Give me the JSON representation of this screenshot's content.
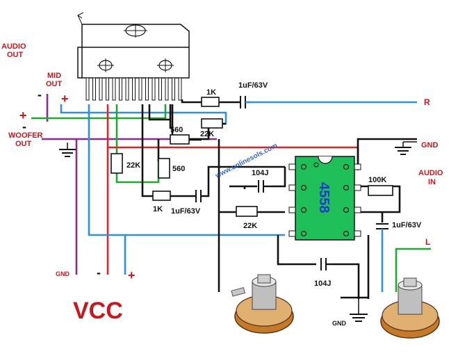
{
  "colors": {
    "red": "#e0202a",
    "blue": "#2f8fd8",
    "green": "#1ea82e",
    "purple": "#8a2a8e",
    "black": "#111111",
    "label_red": "#c8181e",
    "watermark": "#3466c0",
    "ic_fill": "#1fbf5a"
  },
  "labels": {
    "audio_out": "AUDIO\nOUT",
    "mid_out": "MID\nOUT",
    "woofer_out": "WOOFER\nOUT",
    "minus": "-",
    "plus": "+",
    "gnd": "GND",
    "audio_in": "AUDIO\nIN",
    "r": "R",
    "l": "L",
    "vcc": "VCC",
    "watermark": "www.onlinesols.com",
    "ic": "4558"
  },
  "components": {
    "r_1k_top": "1K",
    "c_1uf_top": "1uF/63V",
    "r_22k_right": "22K",
    "r_560_top": "560",
    "r_22k_left": "22K",
    "r_560_right": "560",
    "r_1k_bottom": "1K",
    "c_1uf_bottom": "1uF/63V",
    "c_104j_top": "104J",
    "r_22k_mid": "22K",
    "r_100k": "100K",
    "c_1uf_right": "1uF/63V",
    "c_104j_bottom": "104J"
  }
}
